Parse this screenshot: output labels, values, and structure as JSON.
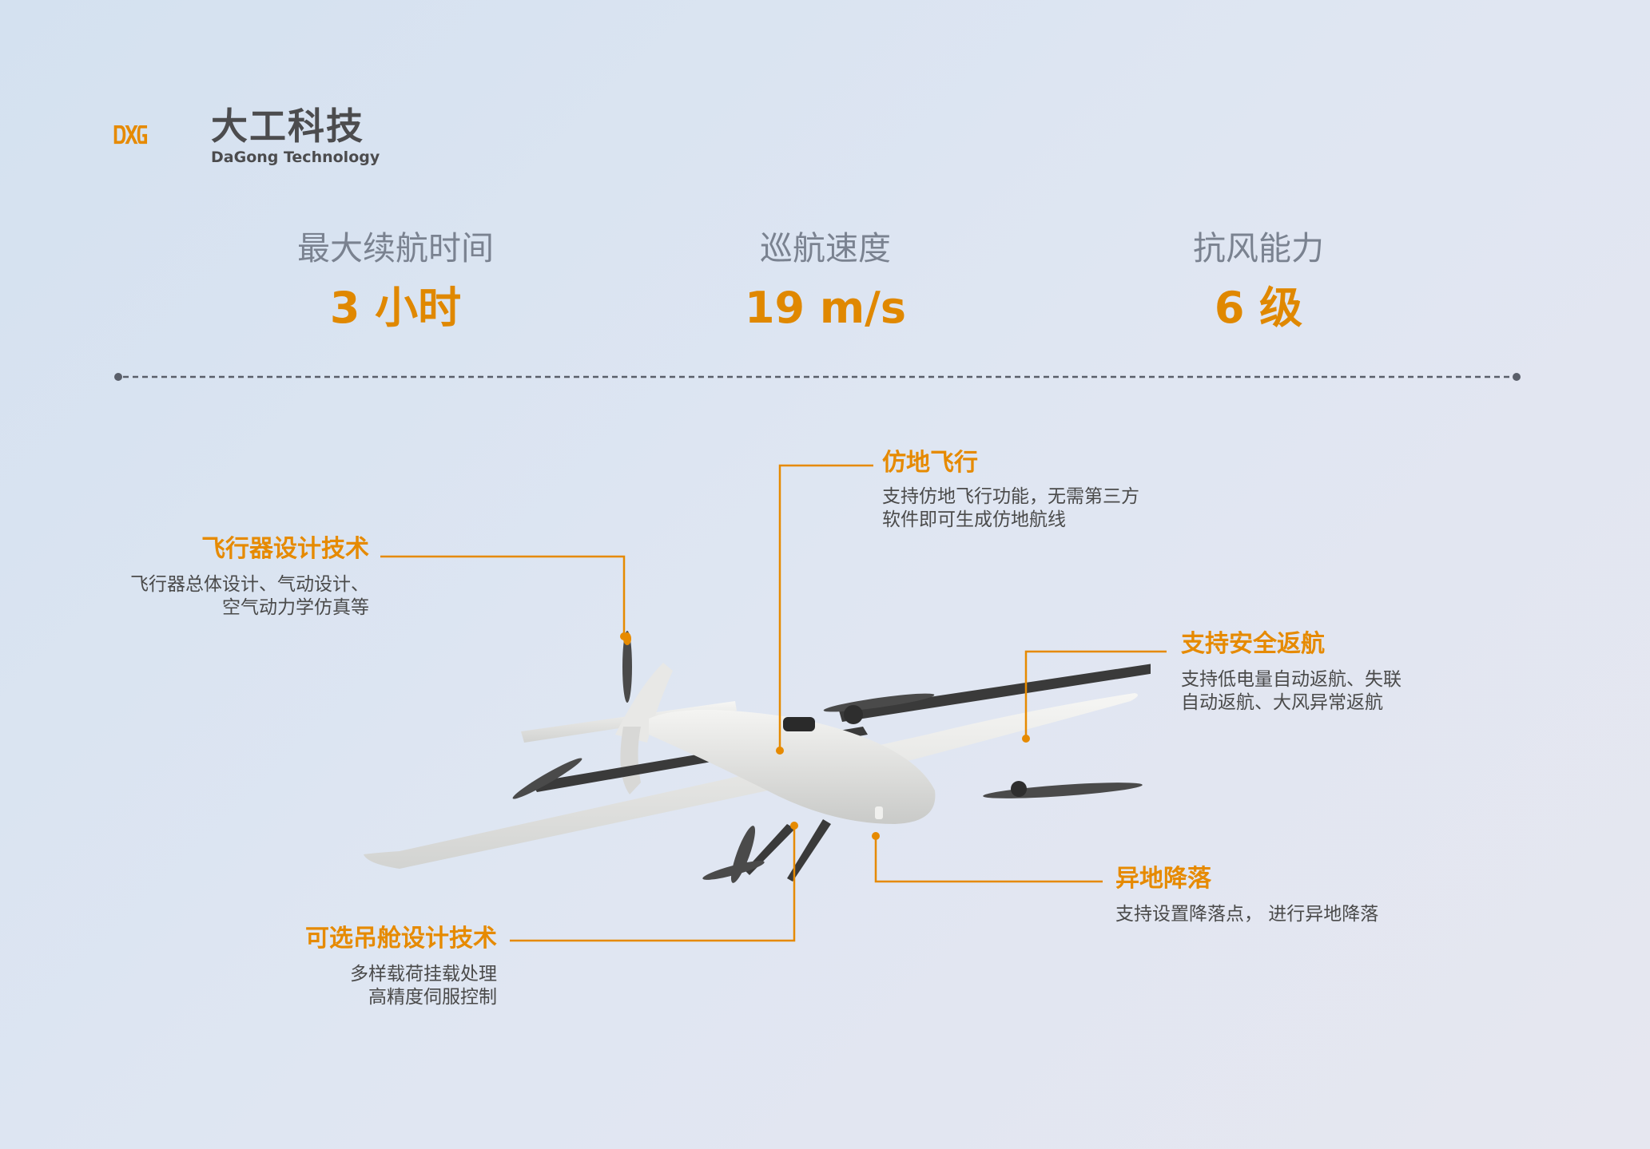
{
  "brand": {
    "logo_letters": "DXG",
    "name_cn": "大工科技",
    "name_en": "DaGong Technology",
    "color": "#e68a00"
  },
  "stats": [
    {
      "label": "最大续航时间",
      "value": "3 小时"
    },
    {
      "label": "巡航速度",
      "value": "19 m/s"
    },
    {
      "label": "抗风能力",
      "value": "6 级"
    }
  ],
  "features": {
    "terrain": {
      "title": "仿地飞行",
      "desc": [
        "支持仿地飞行功能，无需第三方",
        "软件即可生成仿地航线"
      ]
    },
    "aircraft": {
      "title": "飞行器设计技术",
      "desc": [
        "飞行器总体设计、气动设计、",
        "空气动力学仿真等"
      ]
    },
    "rth": {
      "title": "支持安全返航",
      "desc": [
        "支持低电量自动返航、失联",
        "自动返航、大风异常返航"
      ]
    },
    "landing": {
      "title": "异地降落",
      "desc": [
        "支持设置降落点， 进行异地降落"
      ]
    },
    "pod": {
      "title": "可选吊舱设计技术",
      "desc": [
        "多样载荷挂载处理",
        "高精度伺服控制"
      ]
    }
  },
  "colors": {
    "accent": "#e68a00",
    "divider": "#5a5f6a"
  }
}
